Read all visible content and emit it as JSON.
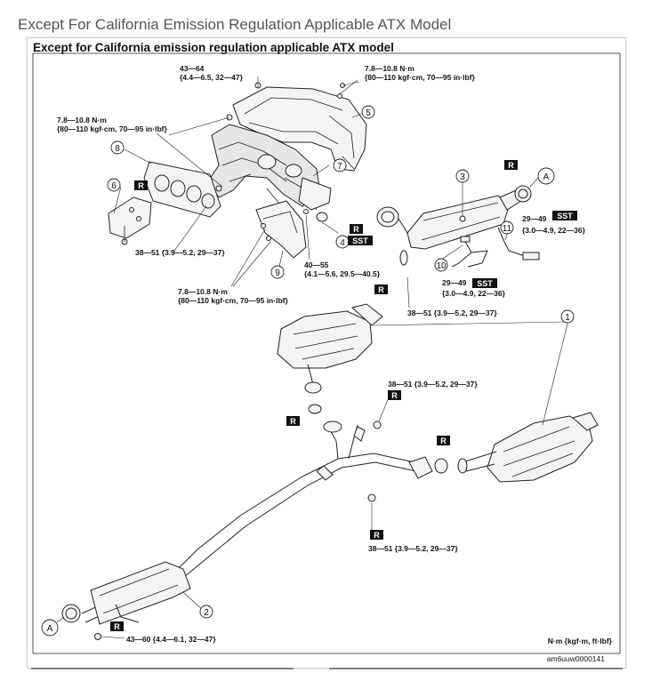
{
  "heading": "Except For California Emission Regulation Applicable ATX Model",
  "diagram_title": "Except for California emission regulation applicable ATX model",
  "torque_specs": {
    "heat_insulator_top": "43—64",
    "heat_insulator_top_sub": "{4.4—6.5, 32—47}",
    "bolt_upper_right": "7.8—10.8 N·m",
    "bolt_upper_right_sub": "{80—110 kgf·cm, 70—95 in·lbf}",
    "bolt_upper_left": "7.8—10.8 N·m",
    "bolt_upper_left_sub": "{80—110 kgf·cm, 70—95 in·lbf}",
    "bracket_nut": "38—51 {3.9—5.2, 29—37}",
    "bolt_lower": "7.8—10.8 N·m",
    "bolt_lower_sub": "{80—110 kgf·cm, 70—95 in·lbf}",
    "stud_mid": "40—55",
    "stud_mid_sub": "{4.1—5.6, 29.5—40.5}",
    "sensor_upper": "29—49",
    "sensor_upper_sub": "{3.0—4.9, 22—36}",
    "sensor_lower": "29—49",
    "sensor_lower_sub": "{3.0—4.9, 22—36}",
    "converter_nut": "38—51 {3.9—5.2, 29—37}",
    "middle_nut_upper": "38—51 {3.9—5.2, 29—37}",
    "middle_nut_lower": "38—51 {3.9—5.2, 29—37}",
    "front_nut": "43—60 {4.4—6.1, 32—47}"
  },
  "badges": {
    "replace": "R",
    "sst": "SST"
  },
  "callouts": [
    "1",
    "2",
    "3",
    "4",
    "5",
    "6",
    "7",
    "8",
    "9",
    "10",
    "11"
  ],
  "connector": "A",
  "units": "N·m {kgf·m, ft·lbf}",
  "figure_code": "am6uuw0000141"
}
